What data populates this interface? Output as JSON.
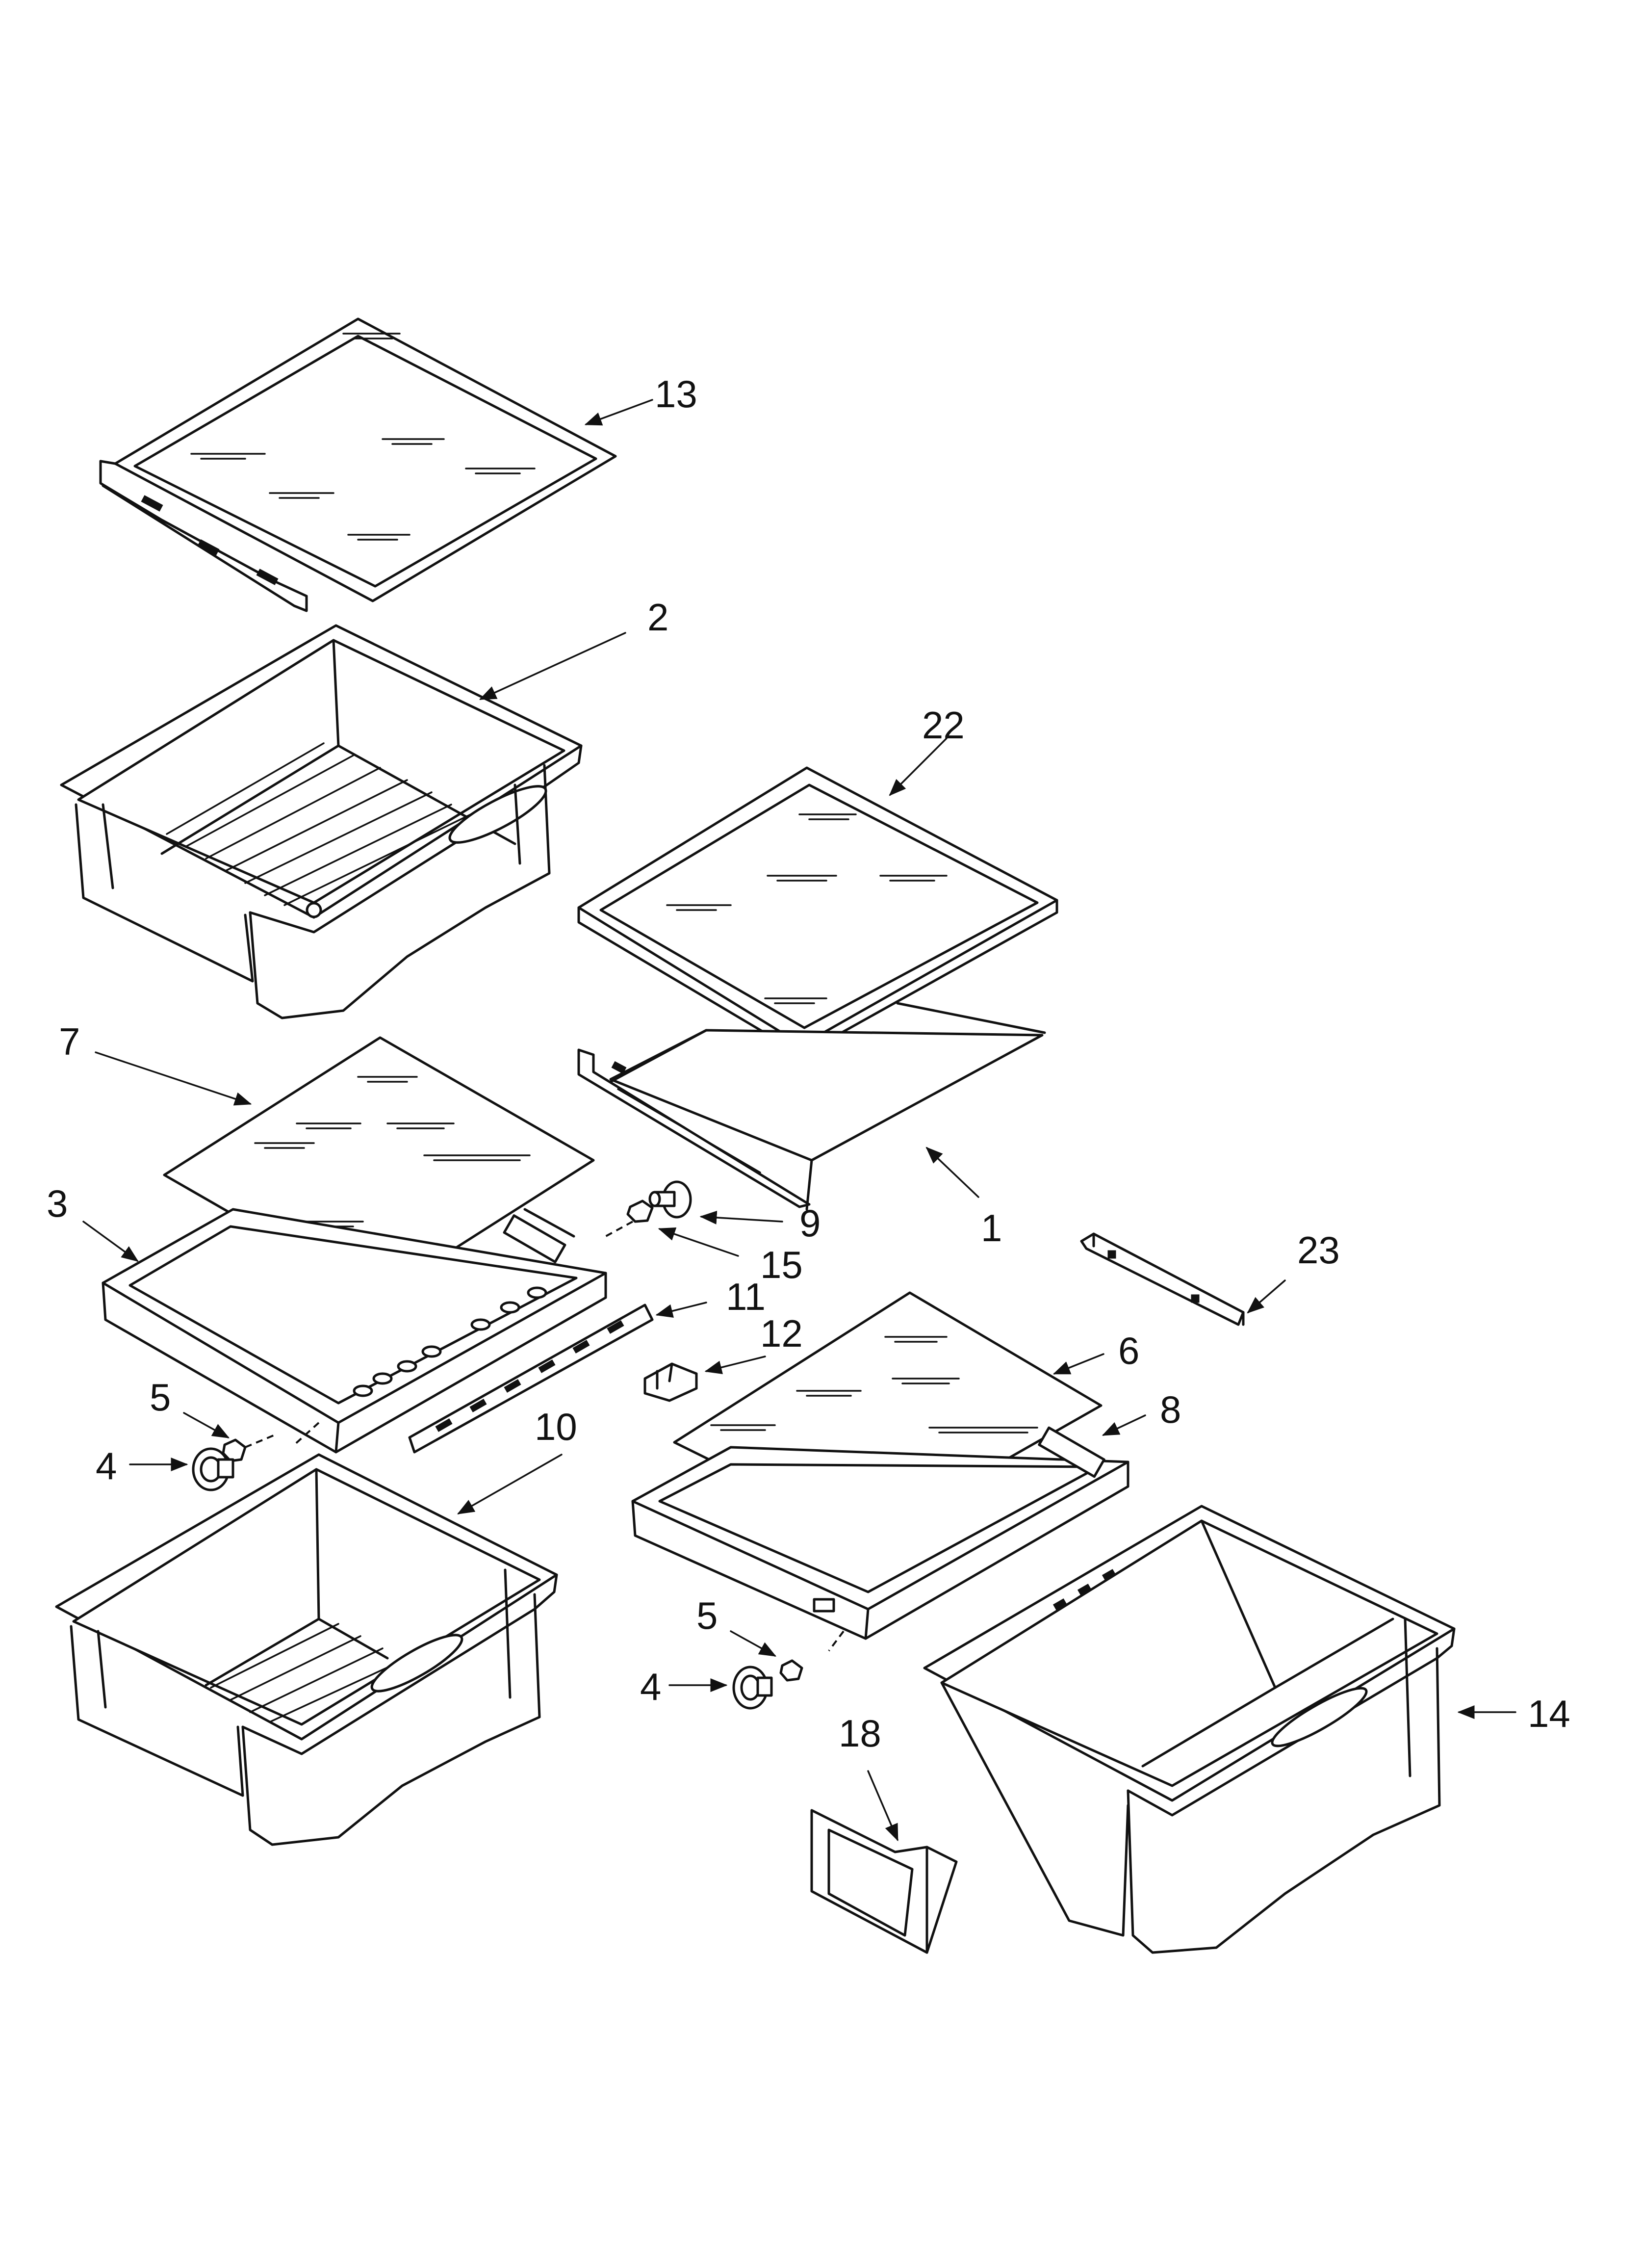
{
  "diagram": {
    "type": "exploded-parts-diagram",
    "callouts": [
      {
        "id": "c13",
        "text": "13"
      },
      {
        "id": "c2",
        "text": "2"
      },
      {
        "id": "c22",
        "text": "22"
      },
      {
        "id": "c7",
        "text": "7"
      },
      {
        "id": "c3",
        "text": "3"
      },
      {
        "id": "c9",
        "text": "9"
      },
      {
        "id": "c15",
        "text": "15"
      },
      {
        "id": "c1",
        "text": "1"
      },
      {
        "id": "c23",
        "text": "23"
      },
      {
        "id": "c11",
        "text": "11"
      },
      {
        "id": "c12",
        "text": "12"
      },
      {
        "id": "c6",
        "text": "6"
      },
      {
        "id": "c5a",
        "text": "5"
      },
      {
        "id": "c8",
        "text": "8"
      },
      {
        "id": "c10",
        "text": "10"
      },
      {
        "id": "c4a",
        "text": "4"
      },
      {
        "id": "c5b",
        "text": "5"
      },
      {
        "id": "c4b",
        "text": "4"
      },
      {
        "id": "c18",
        "text": "18"
      },
      {
        "id": "c14",
        "text": "14"
      }
    ]
  }
}
